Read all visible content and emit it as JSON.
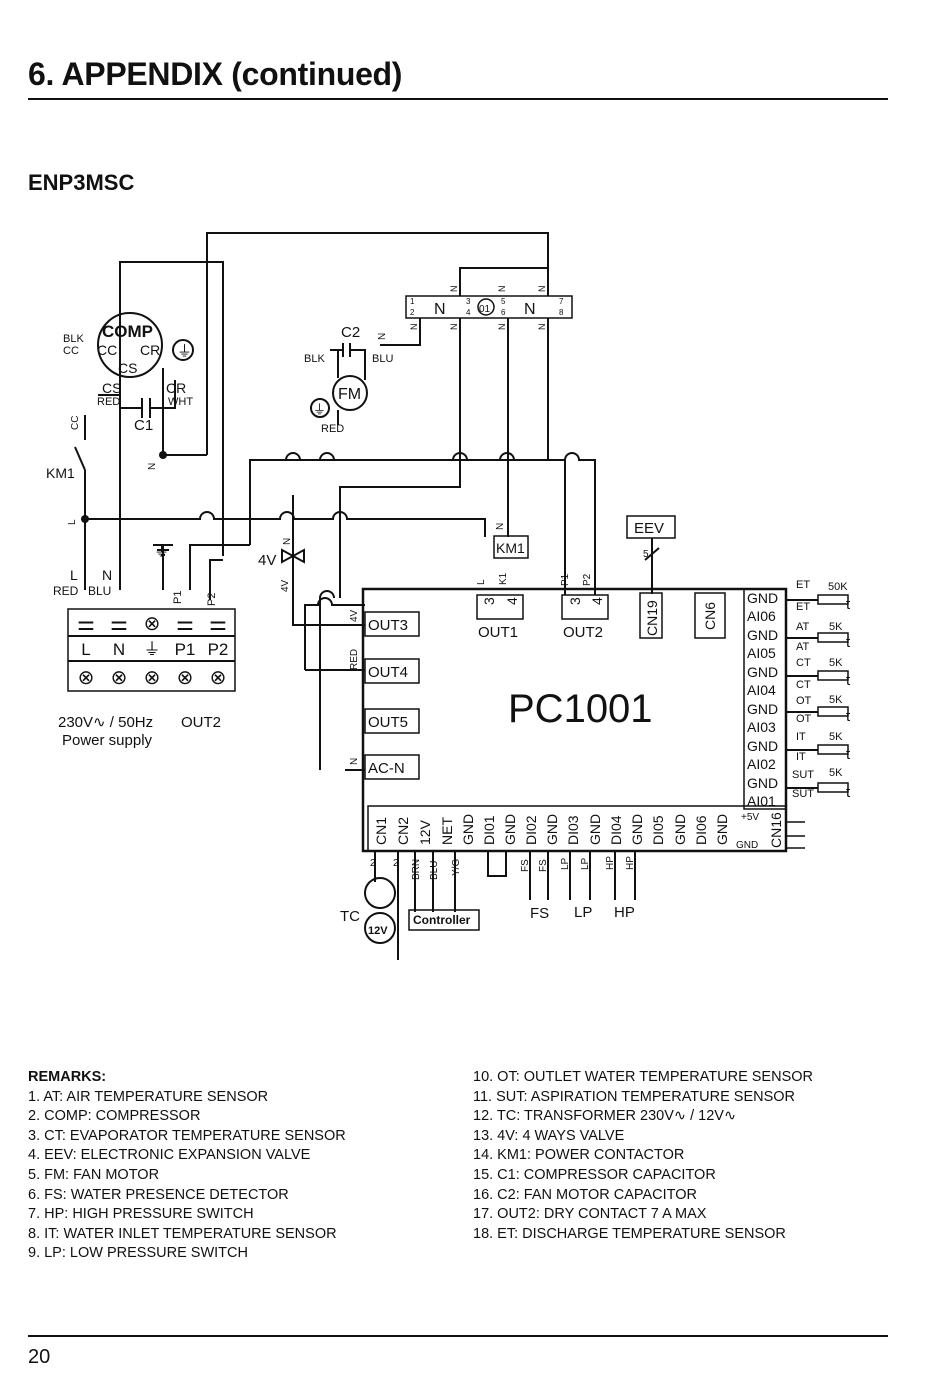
{
  "header": {
    "title": "6. APPENDIX (continued)",
    "model": "ENP3MSC"
  },
  "diagram": {
    "board": {
      "name": "PC1001",
      "left_ports": [
        "OUT3",
        "OUT4",
        "OUT5",
        "AC-N"
      ],
      "top_ports": [
        {
          "label": "OUT1",
          "pins": [
            "3",
            "4"
          ],
          "wires": [
            "L",
            "K1"
          ]
        },
        {
          "label": "OUT2",
          "pins": [
            "3",
            "4"
          ],
          "wires": [
            "P1",
            "P2"
          ]
        },
        {
          "label": "CN19"
        },
        {
          "label": "CN6"
        }
      ],
      "right_pins": [
        "GND",
        "AI06",
        "GND",
        "AI05",
        "GND",
        "AI04",
        "GND",
        "AI03",
        "GND",
        "AI02",
        "GND",
        "AI01"
      ],
      "bottom_pins": [
        "CN1",
        "CN2",
        "12V",
        "NET",
        "GND",
        "DI01",
        "GND",
        "DI02",
        "GND",
        "DI03",
        "GND",
        "DI04",
        "GND",
        "DI05",
        "GND",
        "DI06",
        "GND",
        "CN16"
      ],
      "cn16_labels": [
        "+5V",
        "GND"
      ]
    },
    "sensors": [
      {
        "name": "ET",
        "value": "50K"
      },
      {
        "name": "AT",
        "value": "5K"
      },
      {
        "name": "CT",
        "value": "5K"
      },
      {
        "name": "OT",
        "value": "5K"
      },
      {
        "name": "IT",
        "value": "5K"
      },
      {
        "name": "SUT",
        "value": "5K"
      }
    ],
    "compressor": {
      "name": "COMP",
      "terminals": [
        "CC",
        "CR",
        "CS"
      ],
      "wire_labels": [
        "BLK",
        "CC",
        "CS",
        "CR",
        "RED",
        "WHT"
      ],
      "capacitor": "C1",
      "cc_label": "CC"
    },
    "fan": {
      "name": "FM",
      "capacitor": "C2",
      "wire_labels": [
        "BLK",
        "BLU",
        "RED"
      ],
      "n_label": "N"
    },
    "contactor": "KM1",
    "km1_box": "KM1",
    "valve": "4V",
    "eev": {
      "name": "EEV",
      "count": "5"
    },
    "relay": {
      "pins": [
        "1",
        "2",
        "3",
        "4",
        "01",
        "5",
        "6",
        "7",
        "8"
      ],
      "n_label": "N"
    },
    "terminal_block": {
      "labels": [
        "L",
        "N",
        "P1",
        "P2"
      ],
      "wire_labels": {
        "L": "L",
        "N": "N",
        "red": "RED",
        "blu": "BLU",
        "p1": "P1",
        "p2": "P2"
      },
      "supply": "230V∿ / 50Hz",
      "supply_note": "Power supply",
      "out2": "OUT2"
    },
    "wire_tags": {
      "n": "N",
      "l": "L",
      "v4": "4V",
      "red": "RED",
      "p1": "P1",
      "p2": "P2",
      "k1": "K1"
    },
    "bottom_devices": {
      "tc": "TC",
      "tc_voltage": "12V",
      "cable_count": "2",
      "cable_labels": [
        "BRN",
        "BLU",
        "Y/G"
      ],
      "controller": "Controller",
      "switches": [
        "FS",
        "LP",
        "HP"
      ]
    }
  },
  "remarks": {
    "title": "REMARKS:",
    "left": [
      "1. AT: AIR TEMPERATURE SENSOR",
      "2. COMP: COMPRESSOR",
      "3. CT: EVAPORATOR TEMPERATURE SENSOR",
      "4. EEV: ELECTRONIC EXPANSION VALVE",
      "5. FM: FAN MOTOR",
      "6. FS: WATER PRESENCE DETECTOR",
      "7. HP: HIGH PRESSURE SWITCH",
      "8. IT: WATER INLET TEMPERATURE SENSOR",
      "9. LP: LOW PRESSURE SWITCH"
    ],
    "right": [
      "10. OT: OUTLET WATER TEMPERATURE SENSOR",
      "11. SUT: ASPIRATION TEMPERATURE SENSOR",
      "12. TC: TRANSFORMER 230V∿ / 12V∿",
      "13. 4V: 4 WAYS VALVE",
      "14. KM1: POWER CONTACTOR",
      "15. C1: COMPRESSOR CAPACITOR",
      "16. C2: FAN MOTOR CAPACITOR",
      "17. OUT2: DRY CONTACT 7 A MAX",
      "18. ET: DISCHARGE TEMPERATURE SENSOR"
    ]
  },
  "footer": {
    "page": "20"
  }
}
